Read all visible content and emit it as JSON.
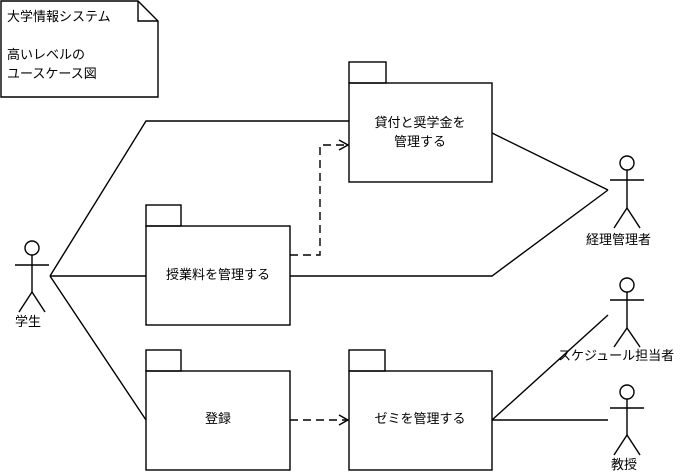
{
  "note": {
    "title": "大学情報システム",
    "lines": [
      "高いレベルの",
      "ユースケース図"
    ]
  },
  "packages": {
    "loans": {
      "lines": [
        "貸付と奨学金を",
        "管理する"
      ]
    },
    "tuition": {
      "label": "授業料を管理する"
    },
    "registration": {
      "label": "登録"
    },
    "seminar": {
      "label": "ゼミを管理する"
    }
  },
  "actors": {
    "student": "学生",
    "accounting": "経理管理者",
    "scheduler": "スケジュール担当者",
    "professor": "教授"
  },
  "colors": {
    "line": "#000000",
    "background": "#ffffff"
  }
}
